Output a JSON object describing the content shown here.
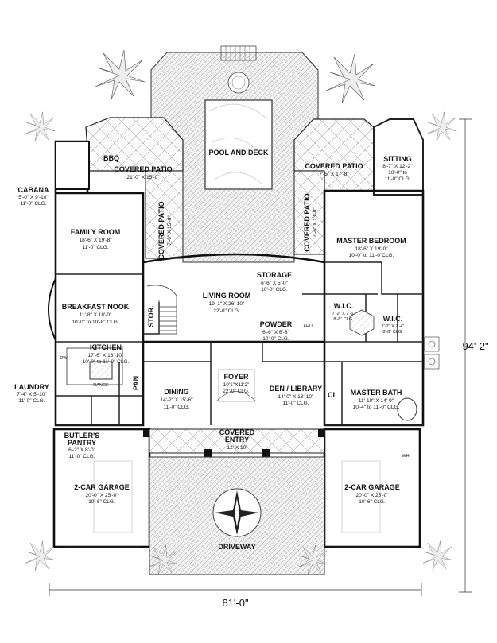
{
  "rooms": {
    "pool": {
      "name": "POOL AND DECK"
    },
    "bbq": {
      "name": "BBQ"
    },
    "cov_patio_left": {
      "name": "COVERED PATIO",
      "size": "21'-0\" X 15'-0\""
    },
    "cov_patio_left_v": {
      "name": "COVERED PATIO",
      "size": "7'-6\" X 15'-8\""
    },
    "cov_patio_right": {
      "name": "COVERED PATIO",
      "size": "7'-5\" X 17'-8\""
    },
    "cov_patio_right_v": {
      "name": "COVERED PATIO",
      "size": "7'-6\" X 13'-0\""
    },
    "sitting": {
      "name": "SITTING",
      "size": "8'-7\" X 12'-2\"",
      "clg1": "10'-0\" to",
      "clg2": "11'-0\" CLG."
    },
    "cabana": {
      "name": "CABANA",
      "size": "5'-0\" X 9'-10\"",
      "clg": "11'-0\" CLG."
    },
    "family": {
      "name": "FAMILY ROOM",
      "size": "18'-6\" X 19'-8\"",
      "clg": "11'-0\" CLG."
    },
    "master_bed": {
      "name": "MASTER BEDROOM",
      "size": "18'-6\" X 19'-0\"",
      "clg": "10'-0\" to 11'-0\"CLG."
    },
    "storage": {
      "name": "STORAGE",
      "size": "6'-6\" X 5'-0\"",
      "clg": "10'-0\" CLG."
    },
    "living": {
      "name": "LIVING ROOM",
      "size": "19'-1\" X 26'-10\"",
      "clg": "22'-0\" CLG."
    },
    "breakfast": {
      "name": "BREAKFAST NOOK",
      "size": "11'-8\" X 18'-0\"",
      "clg": "10'-0\" to 10'-8\" CLG."
    },
    "stor": {
      "name": "STOR."
    },
    "powder": {
      "name": "POWDER",
      "size": "6'-6\" X 6'-8\"",
      "clg": "10'-0\" CLG."
    },
    "wic1": {
      "name": "W.I.C.",
      "size": "7'-2\" X 7'-6\"",
      "clg": "8'-8\" CLG."
    },
    "wic2": {
      "name": "W.I.C.",
      "size": "7'-2\" X 7'-4\"",
      "clg": "8'-8\" CLG."
    },
    "kitchen": {
      "name": "KITCHEN",
      "size": "17'-6\" X 13'-10\"",
      "clg": "10'-0\" to 11'-0\" CLG."
    },
    "pan": {
      "name": "PAN"
    },
    "laundry": {
      "name": "LAUNDRY",
      "size": "7'-4\" X 5'-10\"",
      "clg": "11'-0\" CLG."
    },
    "dining": {
      "name": "DINING",
      "size": "14'-2\" X 15'-6\"",
      "clg": "11'-0\" CLG."
    },
    "foyer": {
      "name": "FOYER",
      "size": "10'1\"X11'2\"",
      "clg": "22'-0\" CLG."
    },
    "den": {
      "name": "DEN / LIBRARY",
      "size": "14'-0\" X 13'-10\"",
      "clg": "11'-0\" CLG."
    },
    "cl": {
      "name": "CL"
    },
    "master_bath": {
      "name": "MASTER BATH",
      "size": "11'-10\" X 14'-9\"",
      "clg": "10'-4\" to 11'-0\" CLG."
    },
    "butler": {
      "name1": "BUTLER'S",
      "name2": "PANTRY",
      "size": "6'-2\" X 8'-0\"",
      "clg": "11'-0\" CLG."
    },
    "cov_entry": {
      "name1": "COVERED",
      "name2": "ENTRY",
      "size": "12' X 10'"
    },
    "garage_left": {
      "name": "2-CAR GARAGE",
      "size": "20'-0\" X 25'-0\"",
      "clg": "10'-6\" CLG."
    },
    "garage_right": {
      "name": "2-CAR GARAGE",
      "size": "20'-0\" X 25'-0\"",
      "clg": "10'-6\" CLG."
    },
    "driveway": {
      "name": "DRIVEWAY"
    }
  },
  "dimensions": {
    "width": "81'-0\"",
    "depth": "94'-2\""
  },
  "fixtures": {
    "dw": "DW",
    "range": "RANGE",
    "ahu": "AHU",
    "wh": "WH"
  }
}
